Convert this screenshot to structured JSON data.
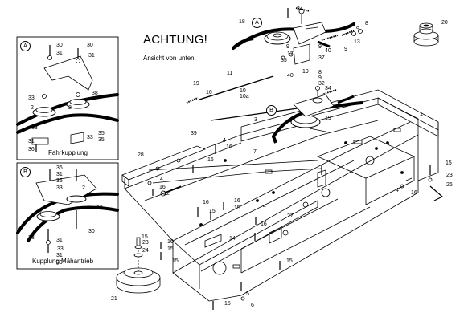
{
  "header": {
    "title": "ACHTUNG!",
    "subtitle": "Ansicht von unten"
  },
  "insets": [
    {
      "letter": "A",
      "caption": "Fahrkupplung"
    },
    {
      "letter": "B",
      "caption": "Kupplung Mähantrieb"
    }
  ],
  "main_circles": [
    "A",
    "B"
  ],
  "labels": [
    {
      "t": "34"
    },
    {
      "t": "18"
    },
    {
      "t": "8"
    },
    {
      "t": "9"
    },
    {
      "t": "13"
    },
    {
      "t": "9"
    },
    {
      "t": "40"
    },
    {
      "t": "9"
    },
    {
      "t": "9"
    },
    {
      "t": "37"
    },
    {
      "t": "17"
    },
    {
      "t": "35"
    },
    {
      "t": "20"
    },
    {
      "t": "11"
    },
    {
      "t": "19"
    },
    {
      "t": "16"
    },
    {
      "t": "40"
    },
    {
      "t": "19"
    },
    {
      "t": "8"
    },
    {
      "t": "9"
    },
    {
      "t": "32"
    },
    {
      "t": "34"
    },
    {
      "t": "10"
    },
    {
      "t": "10a"
    },
    {
      "t": "3"
    },
    {
      "t": "19"
    },
    {
      "t": "1"
    },
    {
      "t": "39"
    },
    {
      "t": "4"
    },
    {
      "t": "16"
    },
    {
      "t": "28"
    },
    {
      "t": "16"
    },
    {
      "t": "7"
    },
    {
      "t": "4"
    },
    {
      "t": "16"
    },
    {
      "t": "12"
    },
    {
      "t": "16"
    },
    {
      "t": "15"
    },
    {
      "t": "16"
    },
    {
      "t": "15"
    },
    {
      "t": "4"
    },
    {
      "t": "27"
    },
    {
      "t": "16"
    },
    {
      "t": "14"
    },
    {
      "t": "15"
    },
    {
      "t": "23"
    },
    {
      "t": "24"
    },
    {
      "t": "16"
    },
    {
      "t": "15"
    },
    {
      "t": "15"
    },
    {
      "t": "21"
    },
    {
      "t": "15"
    },
    {
      "t": "5"
    },
    {
      "t": "6"
    },
    {
      "t": "15"
    },
    {
      "t": "15"
    },
    {
      "t": "23"
    },
    {
      "t": "26"
    },
    {
      "t": "4"
    },
    {
      "t": "16"
    }
  ],
  "inset_a_labels": [
    {
      "t": "30"
    },
    {
      "t": "31"
    },
    {
      "t": "30"
    },
    {
      "t": "31"
    },
    {
      "t": "38"
    },
    {
      "t": "33"
    },
    {
      "t": "2"
    },
    {
      "t": "2"
    },
    {
      "t": "33"
    },
    {
      "t": "35"
    },
    {
      "t": "31"
    },
    {
      "t": "36"
    },
    {
      "t": "35"
    },
    {
      "t": "33"
    }
  ],
  "inset_b_labels": [
    {
      "t": "36"
    },
    {
      "t": "31"
    },
    {
      "t": "35"
    },
    {
      "t": "33"
    },
    {
      "t": "2"
    },
    {
      "t": "38"
    },
    {
      "t": "2"
    },
    {
      "t": "33"
    },
    {
      "t": "31"
    },
    {
      "t": "30"
    },
    {
      "t": "33"
    },
    {
      "t": "31"
    },
    {
      "t": "30"
    }
  ]
}
